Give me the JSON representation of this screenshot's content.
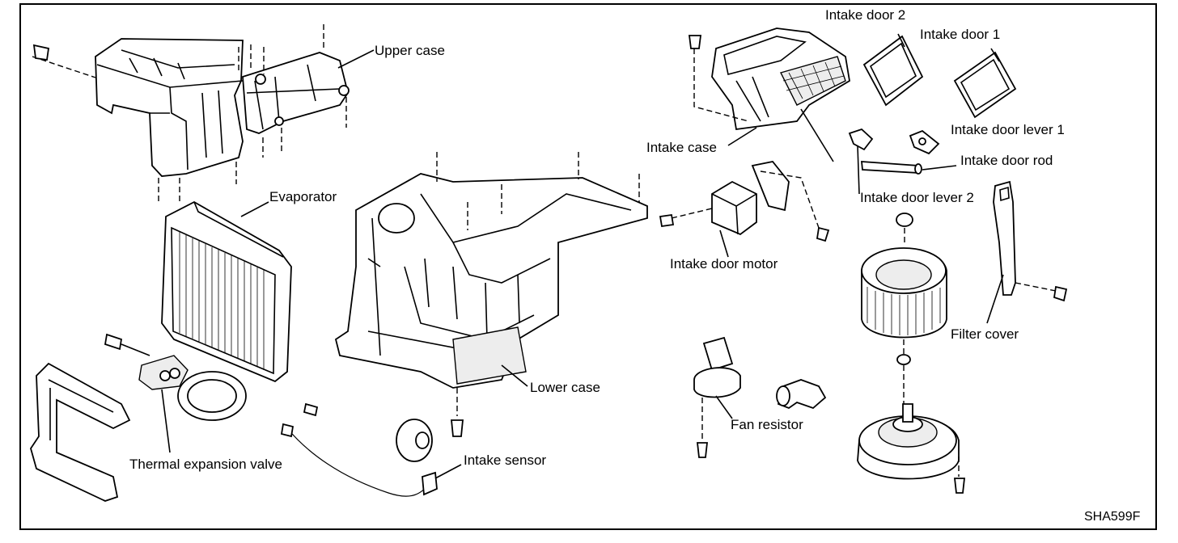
{
  "labels": {
    "upper_case": "Upper case",
    "evaporator": "Evaporator",
    "lower_case": "Lower case",
    "thermal_expansion_valve": "Thermal expansion valve",
    "intake_sensor": "Intake sensor",
    "intake_case": "Intake case",
    "intake_door_motor": "Intake door motor",
    "intake_door_2": "Intake door 2",
    "intake_door_1": "Intake door 1",
    "intake_door_lever_1": "Intake door lever 1",
    "intake_door_rod": "Intake door rod",
    "intake_door_lever_2": "Intake door lever 2",
    "filter_cover": "Filter cover",
    "fan_resistor": "Fan resistor"
  },
  "figure_code": "SHA599F"
}
